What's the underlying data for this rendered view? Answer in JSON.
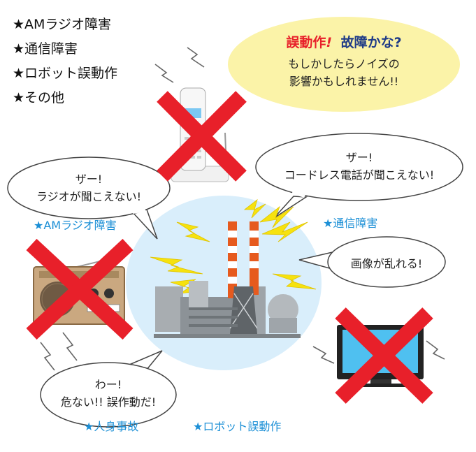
{
  "legend": [
    "★AMラジオ障害",
    "★通信障害",
    "★ロボット誤動作",
    "★その他"
  ],
  "headline": {
    "part1": "誤動作",
    "mark": "!",
    "part2": "故障かな?",
    "line1": "もしかしたらノイズの",
    "line2": "影響かもしれません!!"
  },
  "bubbles": {
    "phone": {
      "line1": "ザー!",
      "line2": "コードレス電話が聞こえない!"
    },
    "radio": {
      "line1": "ザー!",
      "line2": "ラジオが聞こえない!"
    },
    "tv": {
      "line1": "画像が乱れる!"
    },
    "robot": {
      "line1": "わー!",
      "line2": "危ない!! 誤作動だ!"
    }
  },
  "tags": {
    "radio": "★AMラジオ障害",
    "phone": "★通信障害",
    "person": "★人身事故",
    "robot": "★ロボット誤動作"
  },
  "colors": {
    "red": "#e8202a",
    "blue_text": "#1b8fd6",
    "yellow_bubble": "#fbf3a8",
    "halo": "#d9eefb",
    "lightning": "#f6e20f",
    "orange": "#e65a1e"
  }
}
